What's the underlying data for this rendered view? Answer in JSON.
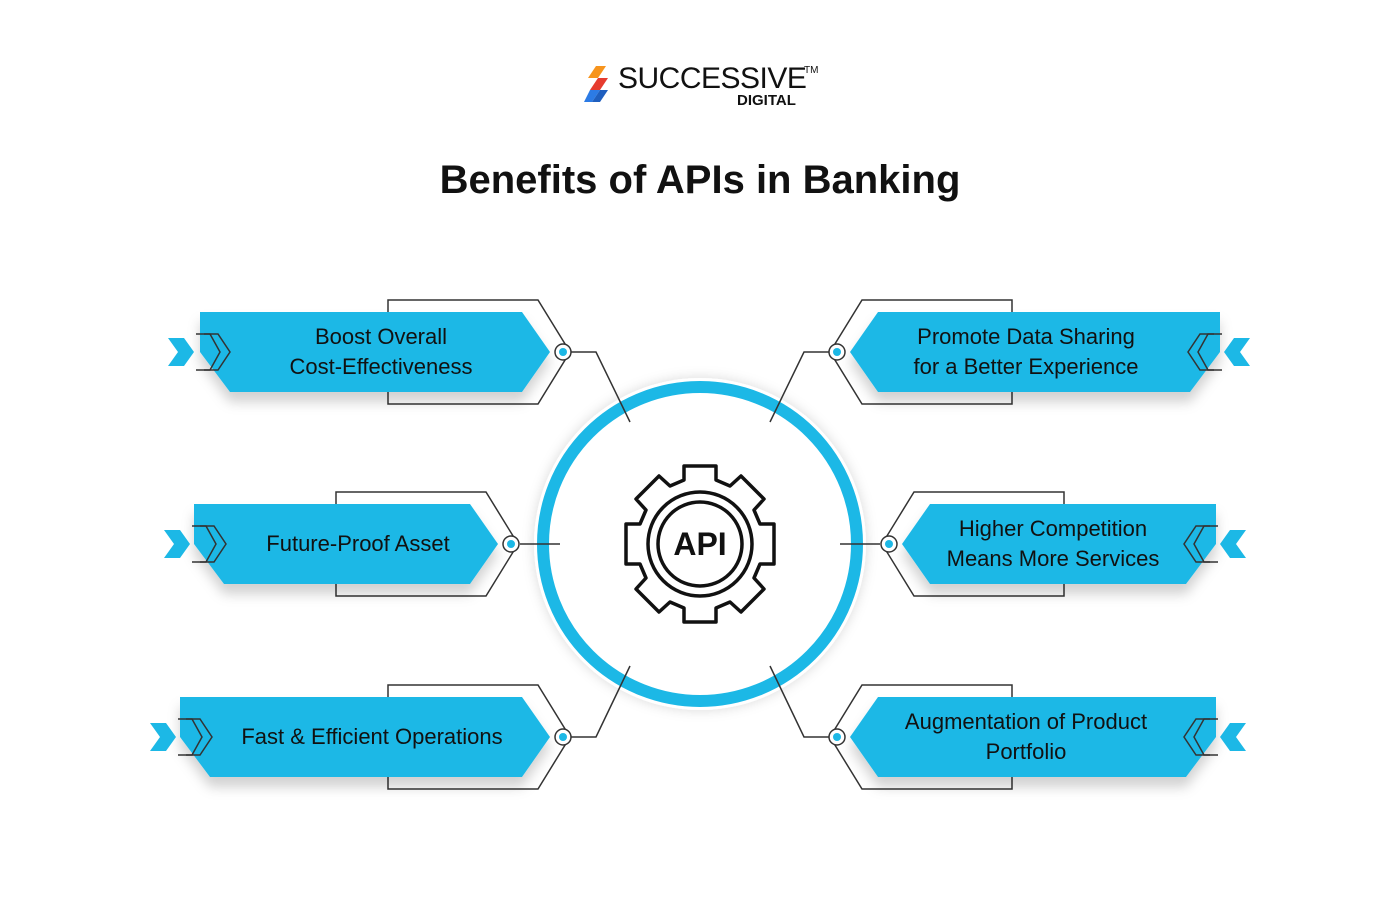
{
  "brand": {
    "name": "SUCCESSIVE",
    "trademark": "TM",
    "sub": "DIGITAL"
  },
  "title": "Benefits of APIs in Banking",
  "hub": {
    "label": "API",
    "icon": "gear-icon"
  },
  "colors": {
    "accent": "#1cb8e6",
    "line": "#333333",
    "text": "#111111",
    "logo_orange": "#f7941d",
    "logo_blue": "#2c7be5",
    "logo_red": "#e63c2f"
  },
  "benefits": {
    "left": [
      {
        "line1": "Boost Overall",
        "line2": "Cost-Effectiveness"
      },
      {
        "line1": "Future-Proof Asset",
        "line2": ""
      },
      {
        "line1": "Fast & Efficient Operations",
        "line2": ""
      }
    ],
    "right": [
      {
        "line1": "Promote Data Sharing",
        "line2": "for a Better Experience"
      },
      {
        "line1": "Higher Competition",
        "line2": "Means More Services"
      },
      {
        "line1": "Augmentation of Product",
        "line2": "Portfolio"
      }
    ]
  }
}
